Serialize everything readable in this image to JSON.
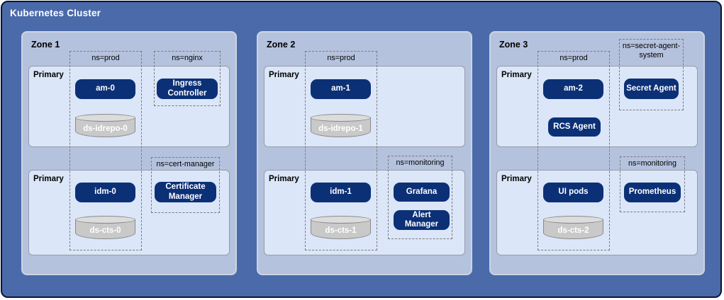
{
  "title": "Kubernetes Cluster",
  "colors": {
    "outer_background": "#4a6aaa",
    "outer_border": "#0d1430",
    "zone_background": "#b5c2de",
    "primary_background": "#dbe6f8",
    "pod_background": "#0c3076",
    "pod_text": "#ffffff",
    "cylinder_background": "#c9c9c9",
    "dashed_boundary": "#7b7b7b"
  },
  "zones": [
    {
      "label": "Zone 1",
      "prod_ns": "ns=prod",
      "primary_top": {
        "label": "Primary",
        "pod": "am-0",
        "datastore": "ds-idrepo-0"
      },
      "primary_bottom": {
        "label": "Primary",
        "pod": "idm-0",
        "datastore": "ds-cts-0"
      },
      "side_top": {
        "ns": "ns=nginx",
        "pods": [
          "Ingress Controller"
        ]
      },
      "side_bottom": {
        "ns": "ns=cert-manager",
        "pods": [
          "Certificate Manager"
        ]
      }
    },
    {
      "label": "Zone 2",
      "prod_ns": "ns=prod",
      "primary_top": {
        "label": "Primary",
        "pod": "am-1",
        "datastore": "ds-idrepo-1"
      },
      "primary_bottom": {
        "label": "Primary",
        "pod": "idm-1",
        "datastore": "ds-cts-1"
      },
      "side_bottom": {
        "ns": "ns=monitoring",
        "pods": [
          "Grafana",
          "Alert Manager"
        ]
      }
    },
    {
      "label": "Zone 3",
      "prod_ns": "ns=prod",
      "primary_top": {
        "label": "Primary",
        "pod": "am-2",
        "extra_pod": "RCS Agent"
      },
      "primary_bottom": {
        "label": "Primary",
        "pod": "UI pods",
        "datastore": "ds-cts-2"
      },
      "side_top": {
        "ns": "ns=secret-agent-system",
        "pods": [
          "Secret Agent"
        ]
      },
      "side_bottom": {
        "ns": "ns=monitoring",
        "pods": [
          "Prometheus"
        ]
      }
    }
  ]
}
